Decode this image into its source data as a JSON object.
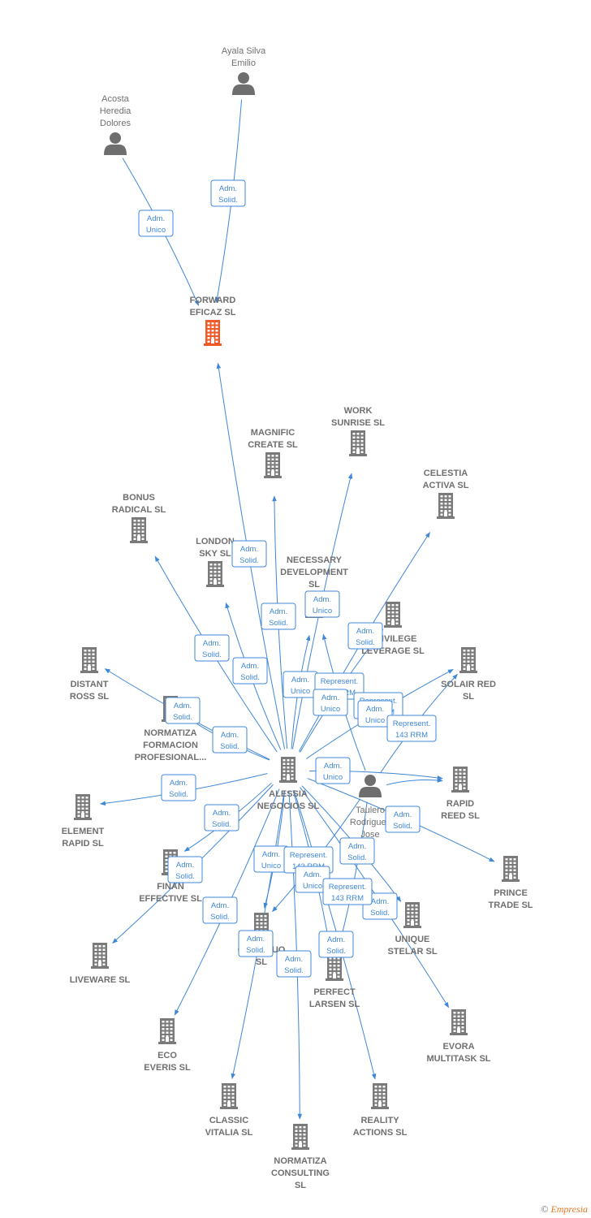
{
  "colors": {
    "edge": "#3f87d7",
    "company": "#7a7a7a",
    "highlight": "#f05a28",
    "person": "#6e6e6e",
    "text": "#6f6f6f"
  },
  "nodes": [
    {
      "id": "ayala",
      "type": "person",
      "lines": [
        "Ayala Silva",
        "Emilio"
      ]
    },
    {
      "id": "acosta",
      "type": "person",
      "lines": [
        "Acosta",
        "Heredia",
        "Dolores"
      ]
    },
    {
      "id": "forward",
      "type": "company",
      "highlight": true,
      "lines": [
        "FORWARD",
        "EFICAZ  SL"
      ]
    },
    {
      "id": "work",
      "type": "company",
      "lines": [
        "WORK",
        "SUNRISE  SL"
      ]
    },
    {
      "id": "magnific",
      "type": "company",
      "lines": [
        "MAGNIFIC",
        "CREATE  SL"
      ]
    },
    {
      "id": "celestia",
      "type": "company",
      "lines": [
        "CELESTIA",
        "ACTIVA  SL"
      ]
    },
    {
      "id": "bonus",
      "type": "company",
      "lines": [
        "BONUS",
        "RADICAL  SL"
      ]
    },
    {
      "id": "london",
      "type": "company",
      "lines": [
        "LONDON",
        "SKY  SL"
      ]
    },
    {
      "id": "necessary",
      "type": "company",
      "lines": [
        "NECESSARY",
        "DEVELOPMENT",
        "SL"
      ]
    },
    {
      "id": "privilege",
      "type": "company",
      "lines": [
        "PRIVILEGE",
        "LEVERAGE  SL"
      ]
    },
    {
      "id": "distant",
      "type": "company",
      "lines": [
        "DISTANT",
        "ROSS  SL"
      ]
    },
    {
      "id": "solair",
      "type": "company",
      "lines": [
        "SOLAIR RED",
        "SL"
      ]
    },
    {
      "id": "normatiza_f",
      "type": "company",
      "lines": [
        "NORMATIZA",
        "FORMACION",
        "PROFESIONAL..."
      ]
    },
    {
      "id": "alessia",
      "type": "company",
      "lines": [
        "ALESSIA",
        "NEGOCIOS  SL"
      ]
    },
    {
      "id": "taulero",
      "type": "person",
      "lines": [
        "Taulero",
        "Rodriguez",
        "Jose"
      ]
    },
    {
      "id": "rapid",
      "type": "company",
      "lines": [
        "RAPID",
        "REED  SL"
      ]
    },
    {
      "id": "element",
      "type": "company",
      "lines": [
        "ELEMENT",
        "RAPID  SL"
      ]
    },
    {
      "id": "prince",
      "type": "company",
      "lines": [
        "PRINCE",
        "TRADE  SL"
      ]
    },
    {
      "id": "finan",
      "type": "company",
      "lines": [
        "FINAN",
        "EFFECTIVE  SL"
      ]
    },
    {
      "id": "unique",
      "type": "company",
      "lines": [
        "UNIQUE",
        "STELAR  SL"
      ]
    },
    {
      "id": "continuo",
      "type": "company",
      "lines": [
        "CONTINUO",
        "SL"
      ]
    },
    {
      "id": "liveware",
      "type": "company",
      "lines": [
        "LIVEWARE  SL"
      ]
    },
    {
      "id": "perfect",
      "type": "company",
      "lines": [
        "PERFECT",
        "LARSEN  SL"
      ]
    },
    {
      "id": "evora",
      "type": "company",
      "lines": [
        "EVORA",
        "MULTITASK  SL"
      ]
    },
    {
      "id": "eco",
      "type": "company",
      "lines": [
        "ECO",
        "EVERIS  SL"
      ]
    },
    {
      "id": "classic",
      "type": "company",
      "lines": [
        "CLASSIC",
        "VITALIA  SL"
      ]
    },
    {
      "id": "reality",
      "type": "company",
      "lines": [
        "REALITY",
        "ACTIONS  SL"
      ]
    },
    {
      "id": "normatiza_c",
      "type": "company",
      "lines": [
        "NORMATIZA",
        "CONSULTING",
        "SL"
      ]
    }
  ],
  "edges": [
    {
      "from": "ayala",
      "to": "forward",
      "label": [
        "Adm.",
        "Solid."
      ]
    },
    {
      "from": "acosta",
      "to": "forward",
      "label": [
        "Adm.",
        "Unico"
      ]
    },
    {
      "from": "alessia",
      "to": "forward",
      "label": [
        "Adm.",
        "Solid."
      ]
    },
    {
      "from": "alessia",
      "to": "magnific",
      "label": [
        "Adm.",
        "Solid."
      ]
    },
    {
      "from": "alessia",
      "to": "work",
      "label": [
        "Adm.",
        "Unico"
      ]
    },
    {
      "from": "alessia",
      "to": "celestia",
      "label": [
        "Adm.",
        "Solid."
      ]
    },
    {
      "from": "alessia",
      "to": "bonus",
      "label": [
        "Adm.",
        "Solid."
      ]
    },
    {
      "from": "alessia",
      "to": "london",
      "label": [
        "Adm.",
        "Solid."
      ]
    },
    {
      "from": "alessia",
      "to": "necessary",
      "label": [
        "Adm.",
        "Unico"
      ]
    },
    {
      "from": "alessia",
      "to": "privilege",
      "label": [
        "Represent.",
        "143 RRM"
      ]
    },
    {
      "from": "alessia",
      "to": "distant",
      "label": [
        "Adm.",
        "Solid."
      ]
    },
    {
      "from": "alessia",
      "to": "solair",
      "label": [
        "Adm.",
        "Unico"
      ]
    },
    {
      "from": "alessia",
      "to": "normatiza_f",
      "label": [
        "Adm.",
        "Solid."
      ]
    },
    {
      "from": "taulero",
      "to": "solair",
      "label": [
        "Represent.",
        "143 RRM"
      ]
    },
    {
      "from": "taulero",
      "to": "necessary",
      "label": [
        "Adm.",
        "Unico"
      ]
    },
    {
      "from": "taulero",
      "to": "rapid",
      "label": [
        "Represent.",
        "143 RRM"
      ]
    },
    {
      "from": "alessia",
      "to": "rapid",
      "label": [
        "Adm.",
        "Unico"
      ]
    },
    {
      "from": "alessia",
      "to": "element",
      "label": [
        "Adm.",
        "Solid."
      ]
    },
    {
      "from": "alessia",
      "to": "prince",
      "label": [
        "Adm.",
        "Solid."
      ]
    },
    {
      "from": "alessia",
      "to": "finan",
      "label": [
        "Adm.",
        "Solid."
      ]
    },
    {
      "from": "alessia",
      "to": "liveware",
      "label": [
        "Adm.",
        "Solid."
      ]
    },
    {
      "from": "alessia",
      "to": "continuo",
      "label": [
        "Adm.",
        "Unico"
      ]
    },
    {
      "from": "taulero",
      "to": "continuo",
      "label": [
        "Represent.",
        "143 RRM"
      ]
    },
    {
      "from": "alessia",
      "to": "unique",
      "label": [
        "Adm.",
        "Solid."
      ]
    },
    {
      "from": "alessia",
      "to": "evora",
      "label": [
        "Adm.",
        "Solid."
      ]
    },
    {
      "from": "alessia",
      "to": "perfect",
      "label": [
        "Adm.",
        "Unico"
      ]
    },
    {
      "from": "taulero",
      "to": "perfect",
      "label": [
        "Represent.",
        "143 RRM"
      ]
    },
    {
      "from": "alessia",
      "to": "eco",
      "label": [
        "Adm.",
        "Solid."
      ]
    },
    {
      "from": "alessia",
      "to": "classic",
      "label": [
        "Adm.",
        "Solid."
      ]
    },
    {
      "from": "alessia",
      "to": "normatiza_c",
      "label": [
        "Adm.",
        "Solid."
      ]
    },
    {
      "from": "alessia",
      "to": "reality",
      "label": [
        "Adm.",
        "Solid."
      ]
    }
  ],
  "watermark": {
    "symbol": "©",
    "brand": "Empresia"
  }
}
